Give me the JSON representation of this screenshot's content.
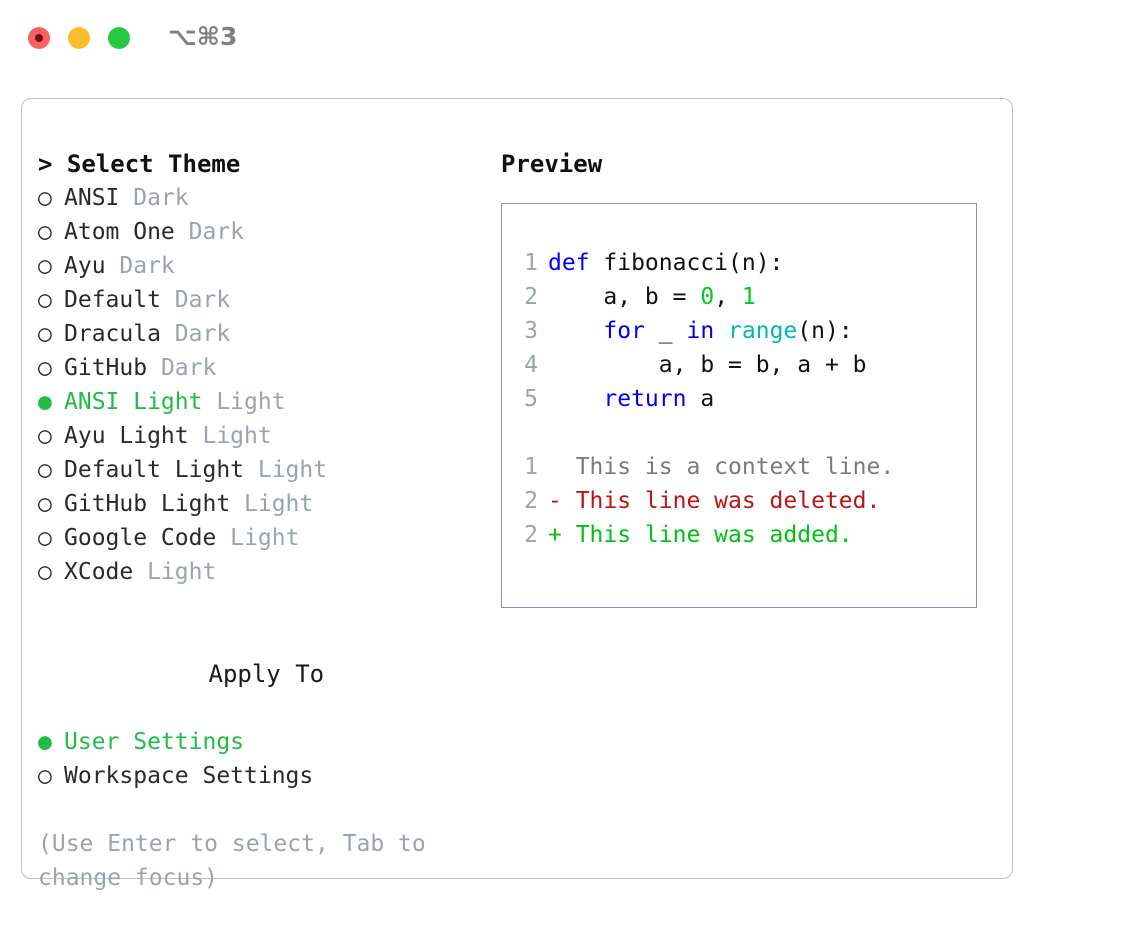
{
  "window": {
    "title": "⌥⌘3",
    "traffic_lights": [
      {
        "name": "close",
        "color": "#f9615f"
      },
      {
        "name": "minimize",
        "color": "#fbbd2e"
      },
      {
        "name": "maximize",
        "color": "#28c840"
      }
    ]
  },
  "theme_picker": {
    "heading": "> Select Theme",
    "marker_selected": "●",
    "marker_unselected": "○",
    "options": [
      {
        "marker": "○",
        "label": "ANSI",
        "suffix": "Dark",
        "selected": false
      },
      {
        "marker": "○",
        "label": "Atom One",
        "suffix": "Dark",
        "selected": false
      },
      {
        "marker": "○",
        "label": "Ayu",
        "suffix": "Dark",
        "selected": false
      },
      {
        "marker": "○",
        "label": "Default",
        "suffix": "Dark",
        "selected": false
      },
      {
        "marker": "○",
        "label": "Dracula",
        "suffix": "Dark",
        "selected": false
      },
      {
        "marker": "○",
        "label": "GitHub",
        "suffix": "Dark",
        "selected": false
      },
      {
        "marker": "●",
        "label": "ANSI Light",
        "suffix": "Light",
        "selected": true
      },
      {
        "marker": "○",
        "label": "Ayu Light",
        "suffix": "Light",
        "selected": false
      },
      {
        "marker": "○",
        "label": "Default Light",
        "suffix": "Light",
        "selected": false
      },
      {
        "marker": "○",
        "label": "GitHub Light",
        "suffix": "Light",
        "selected": false
      },
      {
        "marker": "○",
        "label": "Google Code",
        "suffix": "Light",
        "selected": false
      },
      {
        "marker": "○",
        "label": "XCode",
        "suffix": "Light",
        "selected": false
      }
    ]
  },
  "apply_to": {
    "heading": "Apply To",
    "options": [
      {
        "marker": "●",
        "label": "User Settings",
        "suffix": "",
        "selected": true
      },
      {
        "marker": "○",
        "label": "Workspace Settings",
        "suffix": "",
        "selected": false
      }
    ]
  },
  "hint": "(Use Enter to select, Tab to change focus)",
  "preview": {
    "title": "Preview",
    "code_lines": [
      {
        "num": "1",
        "tokens": [
          {
            "t": "def",
            "c": "kw"
          },
          {
            "t": " fibonacci(n):",
            "c": "txt"
          }
        ]
      },
      {
        "num": "2",
        "tokens": [
          {
            "t": "    a, b = ",
            "c": "txt"
          },
          {
            "t": "0",
            "c": "num"
          },
          {
            "t": ", ",
            "c": "txt"
          },
          {
            "t": "1",
            "c": "num"
          }
        ]
      },
      {
        "num": "3",
        "tokens": [
          {
            "t": "    ",
            "c": "txt"
          },
          {
            "t": "for",
            "c": "kw"
          },
          {
            "t": " _ ",
            "c": "txt"
          },
          {
            "t": "in",
            "c": "kw"
          },
          {
            "t": " ",
            "c": "txt"
          },
          {
            "t": "range",
            "c": "fn"
          },
          {
            "t": "(n):",
            "c": "txt"
          }
        ]
      },
      {
        "num": "4",
        "tokens": [
          {
            "t": "        a, b = b, a + b",
            "c": "txt"
          }
        ]
      },
      {
        "num": "5",
        "tokens": [
          {
            "t": "    ",
            "c": "txt"
          },
          {
            "t": "return",
            "c": "kw"
          },
          {
            "t": " a",
            "c": "txt"
          }
        ]
      }
    ],
    "diff_lines": [
      {
        "num": "1",
        "text": "  This is a context line.",
        "kind": "ctx"
      },
      {
        "num": "2",
        "text": "- This line was deleted.",
        "kind": "del"
      },
      {
        "num": "2",
        "text": "+ This line was added.",
        "kind": "add"
      }
    ]
  },
  "colors": {
    "accent_green": "#22bb44",
    "muted": "#9aa3b0",
    "keyword_blue": "#0000ee",
    "function_cyan": "#00b8b8",
    "number_green": "#00cc22",
    "diff_delete_red": "#bb1414",
    "diff_add_green": "#00c213",
    "border": "#b9c0cc",
    "preview_border": "#8a96a8"
  }
}
